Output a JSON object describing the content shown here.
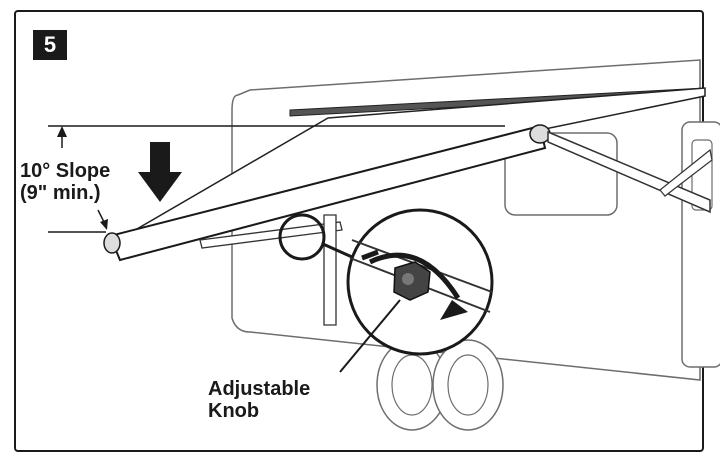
{
  "step": {
    "number": "5"
  },
  "slope_label": {
    "line1": "10° Slope",
    "line2": "(9\" min.)"
  },
  "knob_label": {
    "line1": "Adjustable",
    "line2": "Knob"
  }
}
